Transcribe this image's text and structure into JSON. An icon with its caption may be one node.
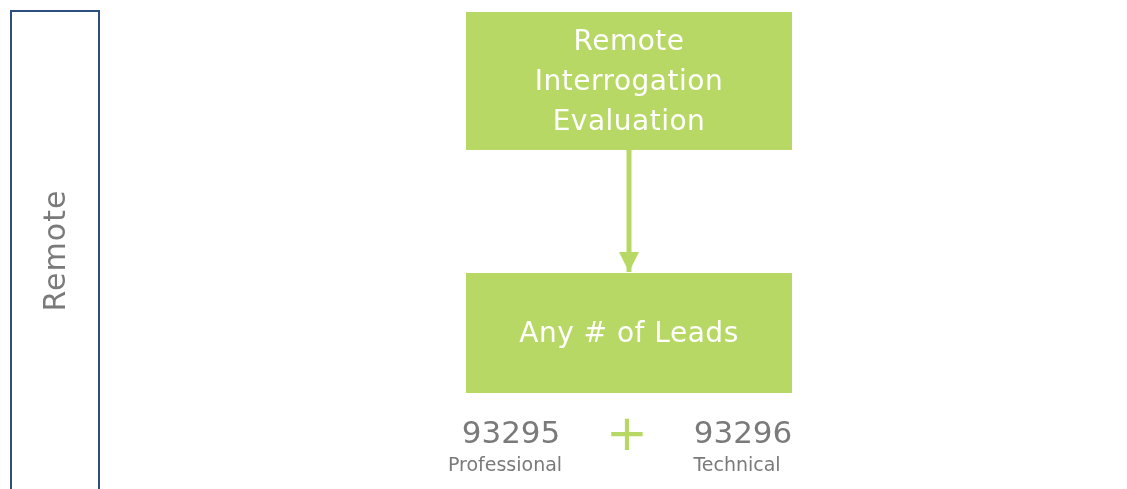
{
  "diagram": {
    "nodes": [
      {
        "text": [
          "Remote"
        ]
      },
      {
        "text": [
          "Remote Interrogation Evaluation"
        ]
      },
      {
        "text": [
          "Any # of Leads"
        ]
      }
    ],
    "edges": [
      {
        "from": 1,
        "to": 2,
        "arrow": "to"
      }
    ],
    "labels": [
      "93295",
      "Professional",
      "+",
      "93296",
      "Technical"
    ]
  }
}
